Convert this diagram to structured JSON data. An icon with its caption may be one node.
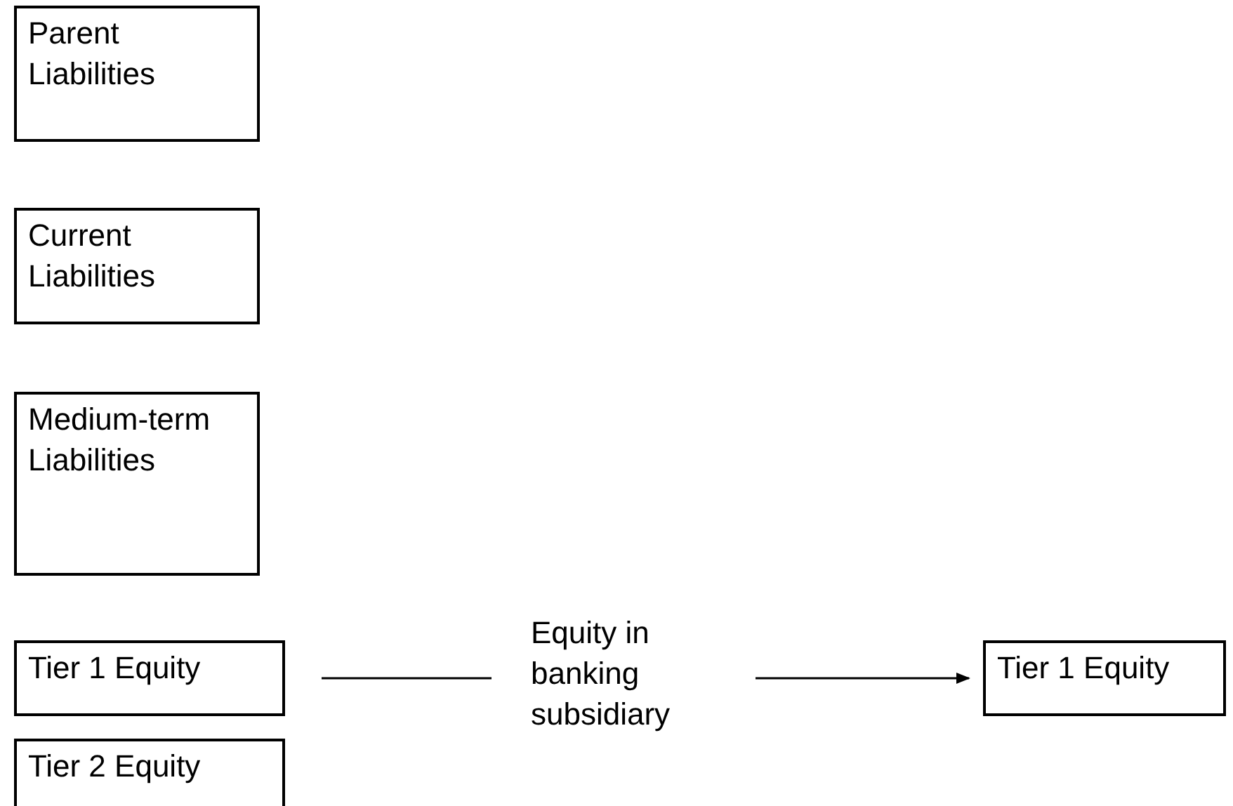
{
  "diagram": {
    "nodes": [
      {
        "text": [
          "Parent Liabilities"
        ]
      },
      {
        "text": [
          "Current Liabilities"
        ]
      },
      {
        "text": [
          "Medium-term Liabilities"
        ]
      },
      {
        "text": [
          "Tier 1 Equity"
        ]
      },
      {
        "text": [
          "Tier 2 Equity"
        ]
      },
      {
        "text": [
          "Equity in banking subsidiary"
        ]
      },
      {
        "text": [
          "Tier 1 Equity"
        ]
      }
    ],
    "edges": [
      {
        "from": 3,
        "to": 5,
        "arrow": "none"
      },
      {
        "from": 5,
        "to": 6,
        "arrow": "to"
      }
    ]
  }
}
